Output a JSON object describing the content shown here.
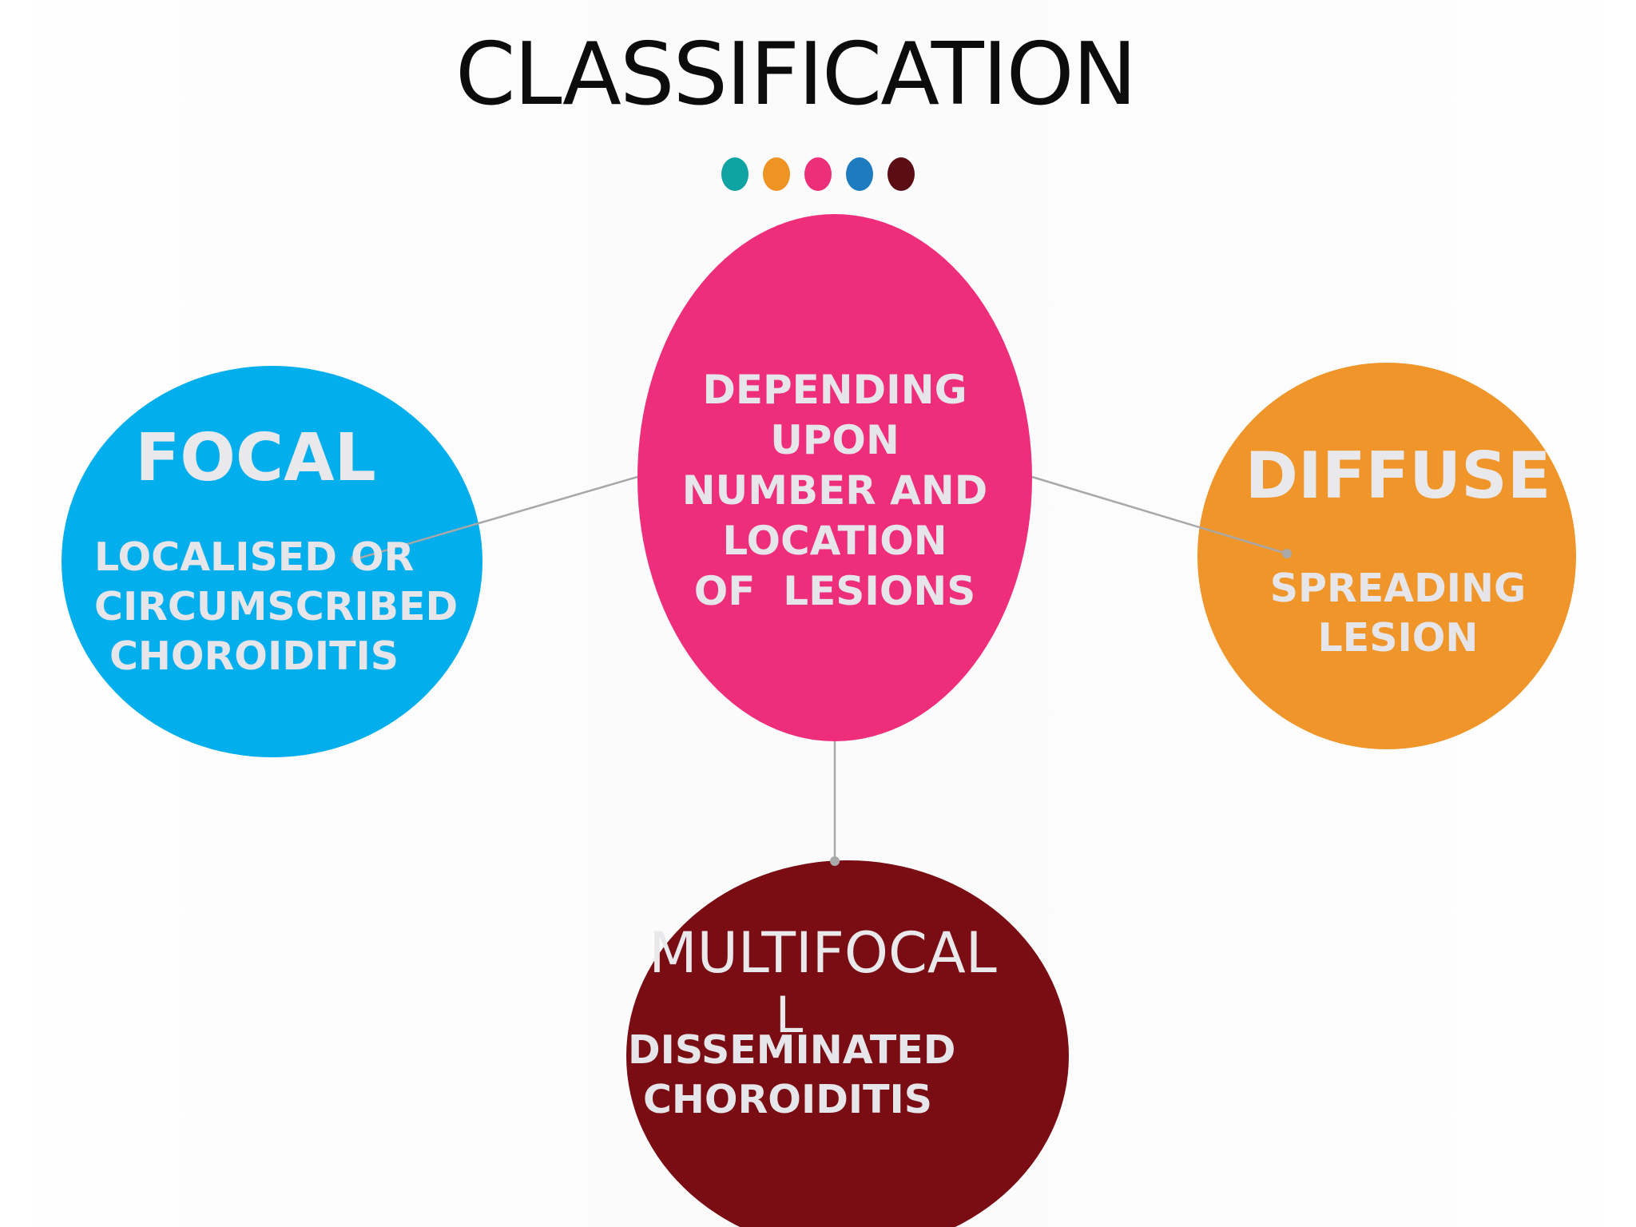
{
  "title": "CLASSIFICATION",
  "dots": [
    "#10a3a3",
    "#ef9323",
    "#ed2f79",
    "#1e7bbf",
    "#5c0c14"
  ],
  "center": {
    "color": "#ee2e7b",
    "lines": [
      "DEPENDING",
      "UPON",
      "NUMBER AND",
      "LOCATION",
      "OF  LESIONS"
    ]
  },
  "focal": {
    "color": "#03aeed",
    "heading": "FOCAL",
    "lines": [
      "LOCALISED OR",
      "CIRCUMSCRIBED",
      "CHOROIDITIS"
    ]
  },
  "diffuse": {
    "color": "#ef9529",
    "heading": "DIFFUSE",
    "lines": [
      "SPREADING",
      "LESION"
    ]
  },
  "multifocal": {
    "color": "#790d13",
    "heading": "MULTIFOCAL",
    "heading_tail": "L",
    "lines": [
      "DISSEMINATED",
      "CHOROIDITIS"
    ]
  },
  "connector_color": "#a8a8a8"
}
